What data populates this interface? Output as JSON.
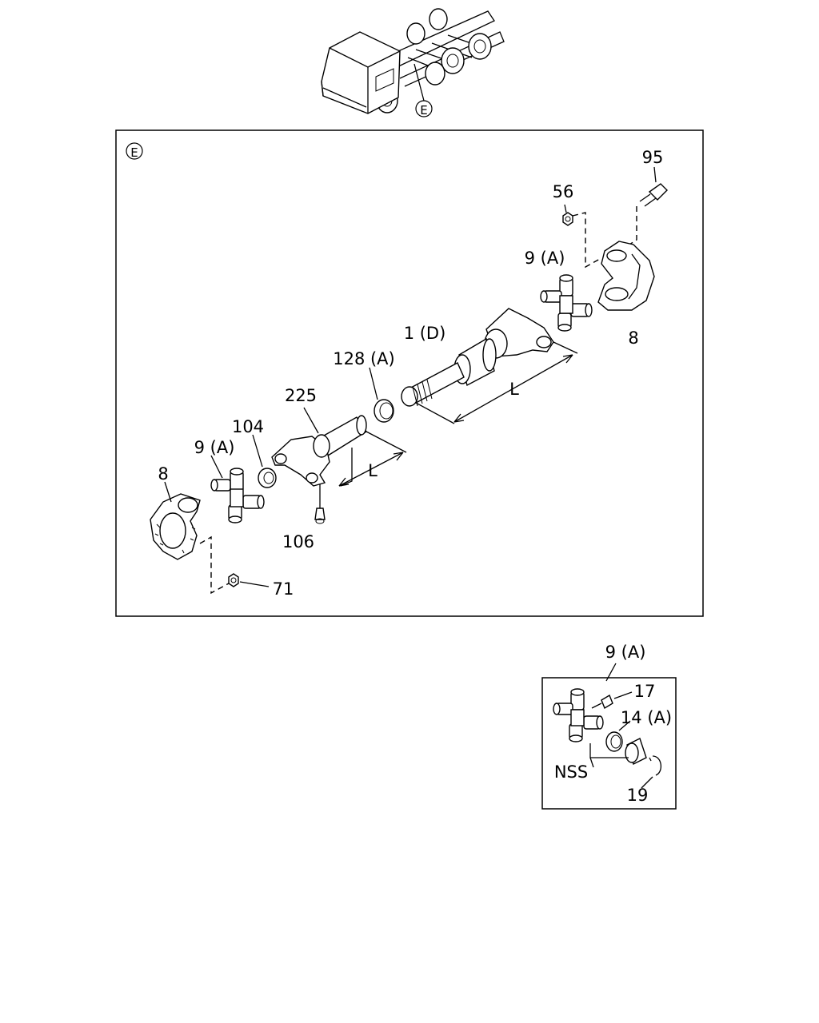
{
  "overview": {
    "callout": "E"
  },
  "main_panel": {
    "callout": "E",
    "labels": {
      "part_95": "95",
      "part_56": "56",
      "part_9a_upper": "9 (A)",
      "part_8_upper": "8",
      "part_1d": "1 (D)",
      "part_128a": "128 (A)",
      "dim_l_upper": "L",
      "part_225": "225",
      "part_104": "104",
      "part_9a_lower": "9 (A)",
      "part_8_lower": "8",
      "dim_l_lower": "L",
      "part_106": "106",
      "part_71": "71"
    }
  },
  "detail_panel": {
    "title": "9 (A)",
    "labels": {
      "part_17": "17",
      "part_14a": "14 (A)",
      "nss": "NSS",
      "part_19": "19"
    }
  }
}
